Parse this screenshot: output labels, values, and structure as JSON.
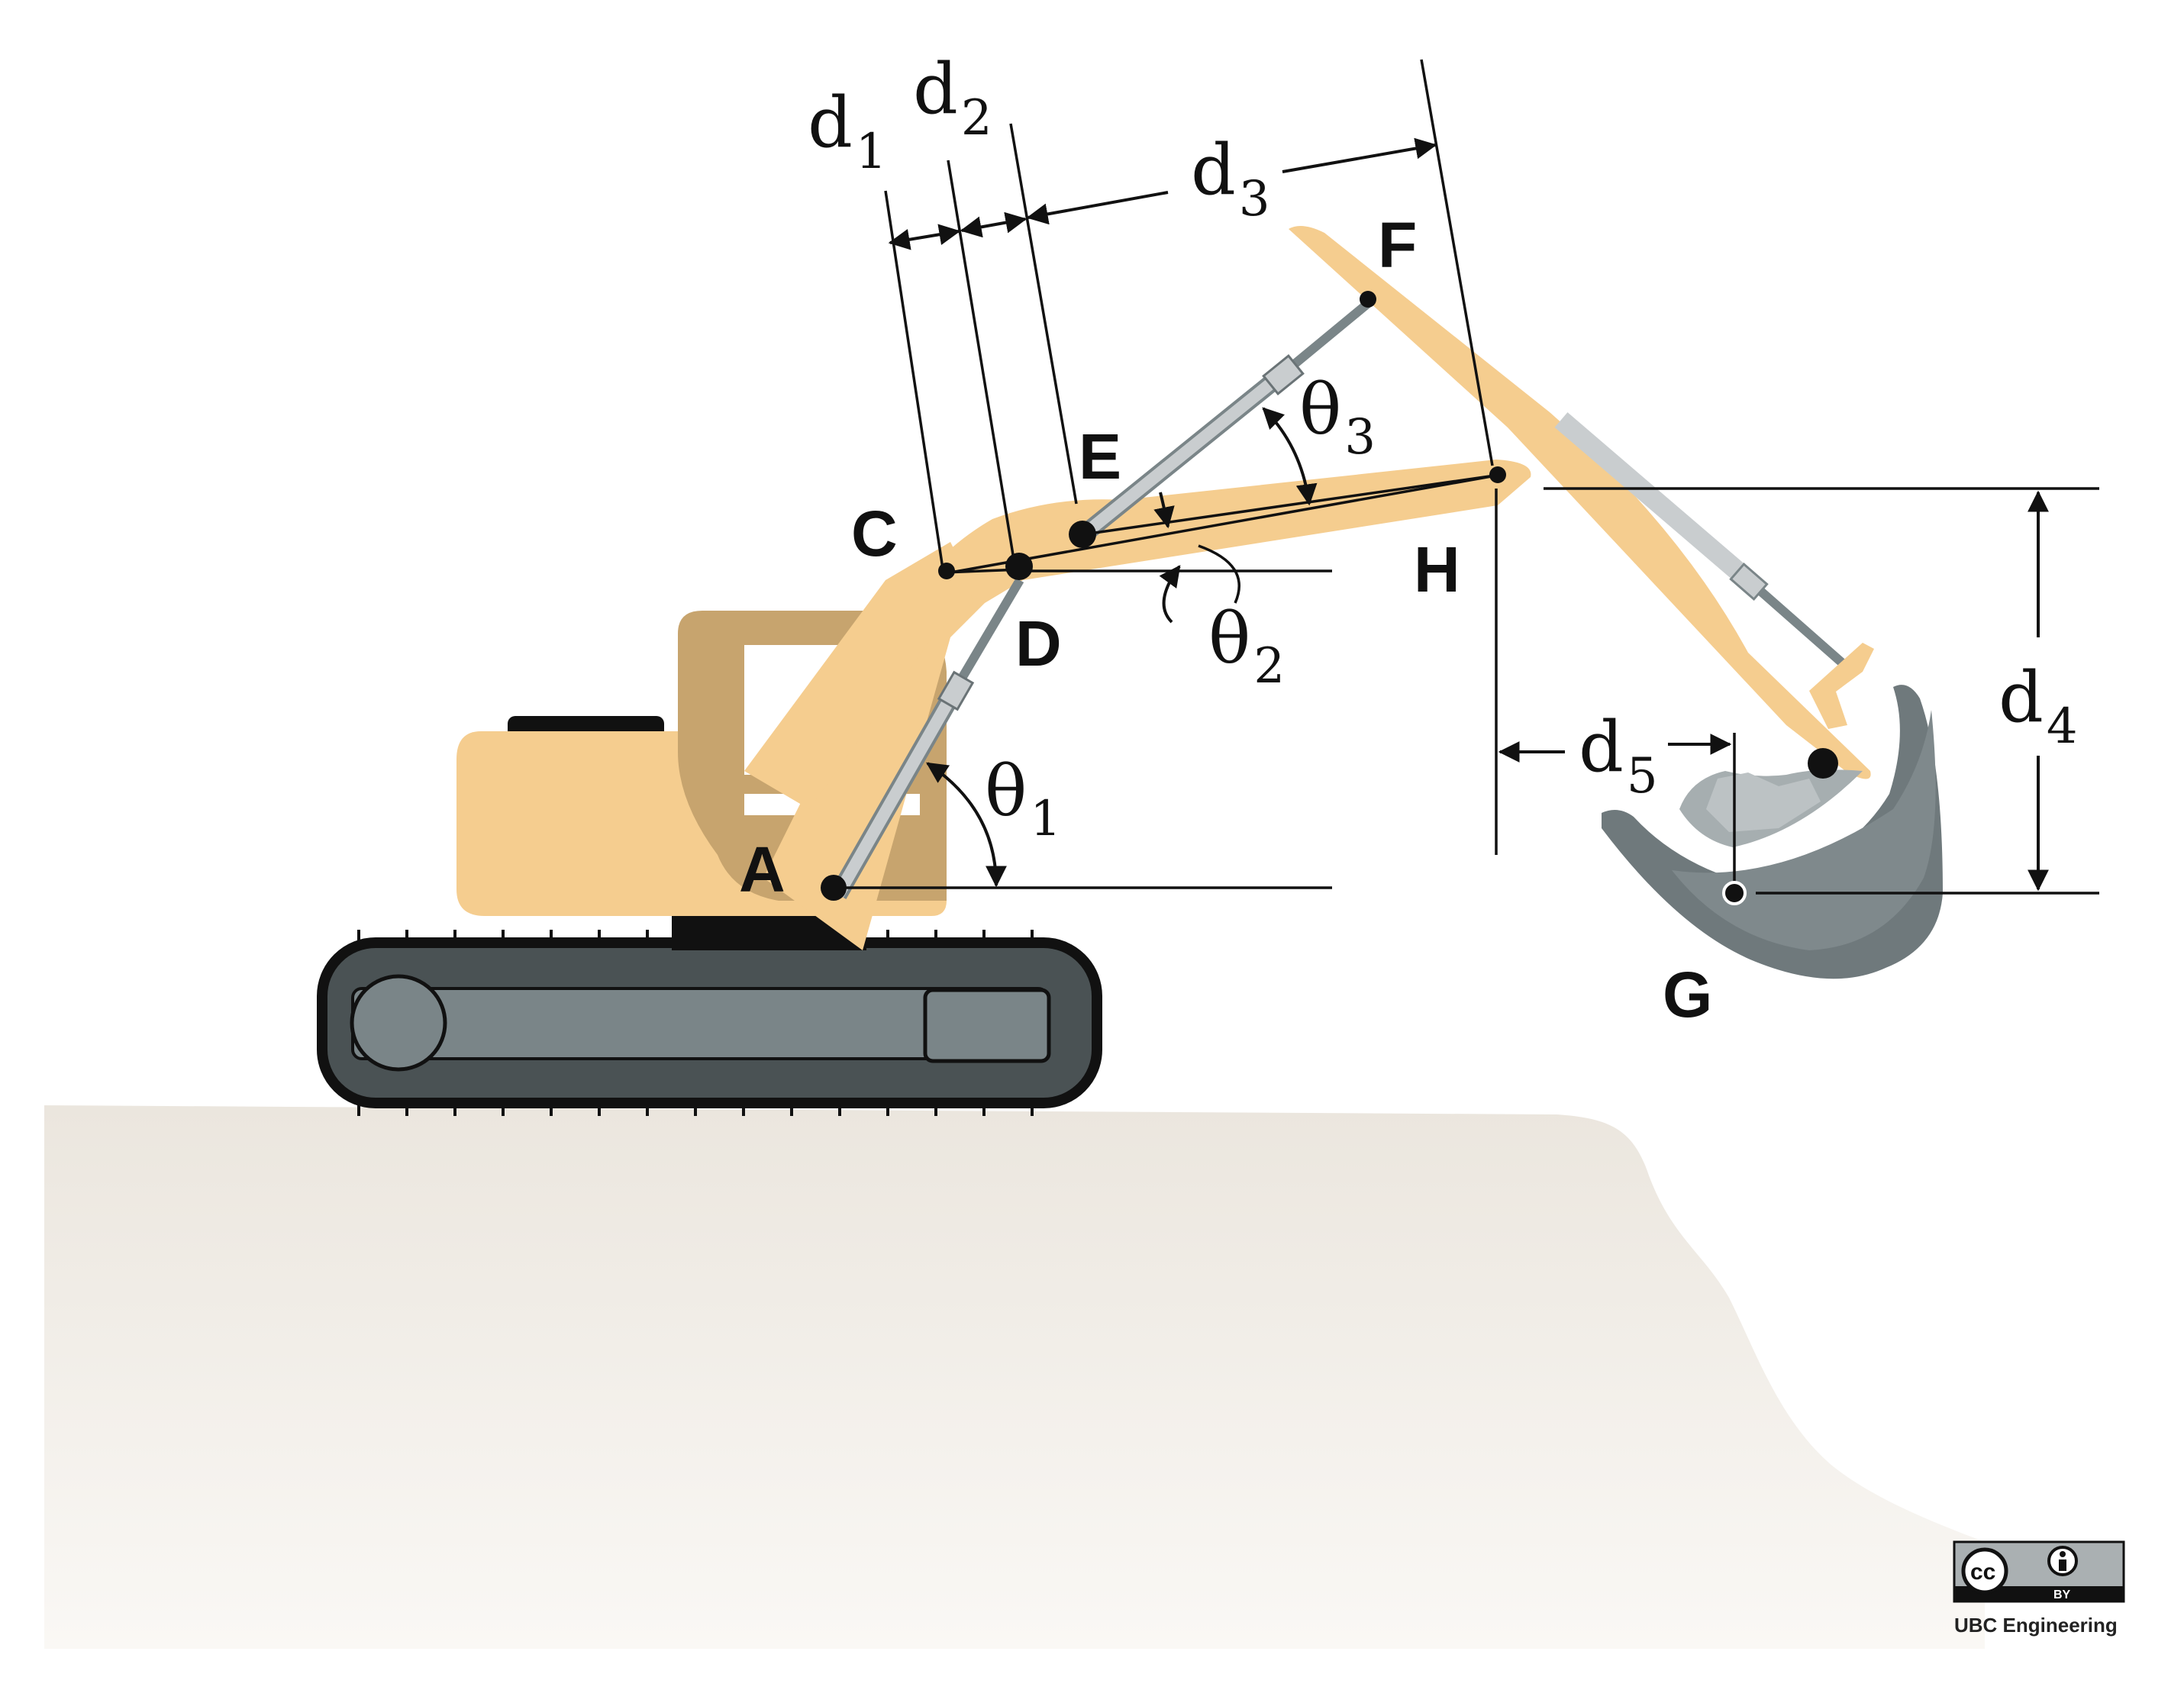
{
  "points": {
    "A": "A",
    "C": "C",
    "D": "D",
    "E": "E",
    "F": "F",
    "G": "G",
    "H": "H"
  },
  "dimensions": {
    "d1": "d",
    "d1_sub": "1",
    "d2": "d",
    "d2_sub": "2",
    "d3": "d",
    "d3_sub": "3",
    "d4": "d",
    "d4_sub": "4",
    "d5": "d",
    "d5_sub": "5"
  },
  "angles": {
    "theta1": "θ",
    "theta1_sub": "1",
    "theta2": "θ",
    "theta2_sub": "2",
    "theta3": "θ",
    "theta3_sub": "3"
  },
  "license": {
    "cc": "cc",
    "by": "BY",
    "credit": "UBC Engineering"
  },
  "colors": {
    "machine_body": "#f5cd8f",
    "cab_frame": "#c7a46e",
    "track_outer": "#4a5254",
    "track_inner": "#7a8588",
    "bucket": "#6f797c",
    "cylinder": "#c9cdcf",
    "ground": "#efeae2"
  }
}
